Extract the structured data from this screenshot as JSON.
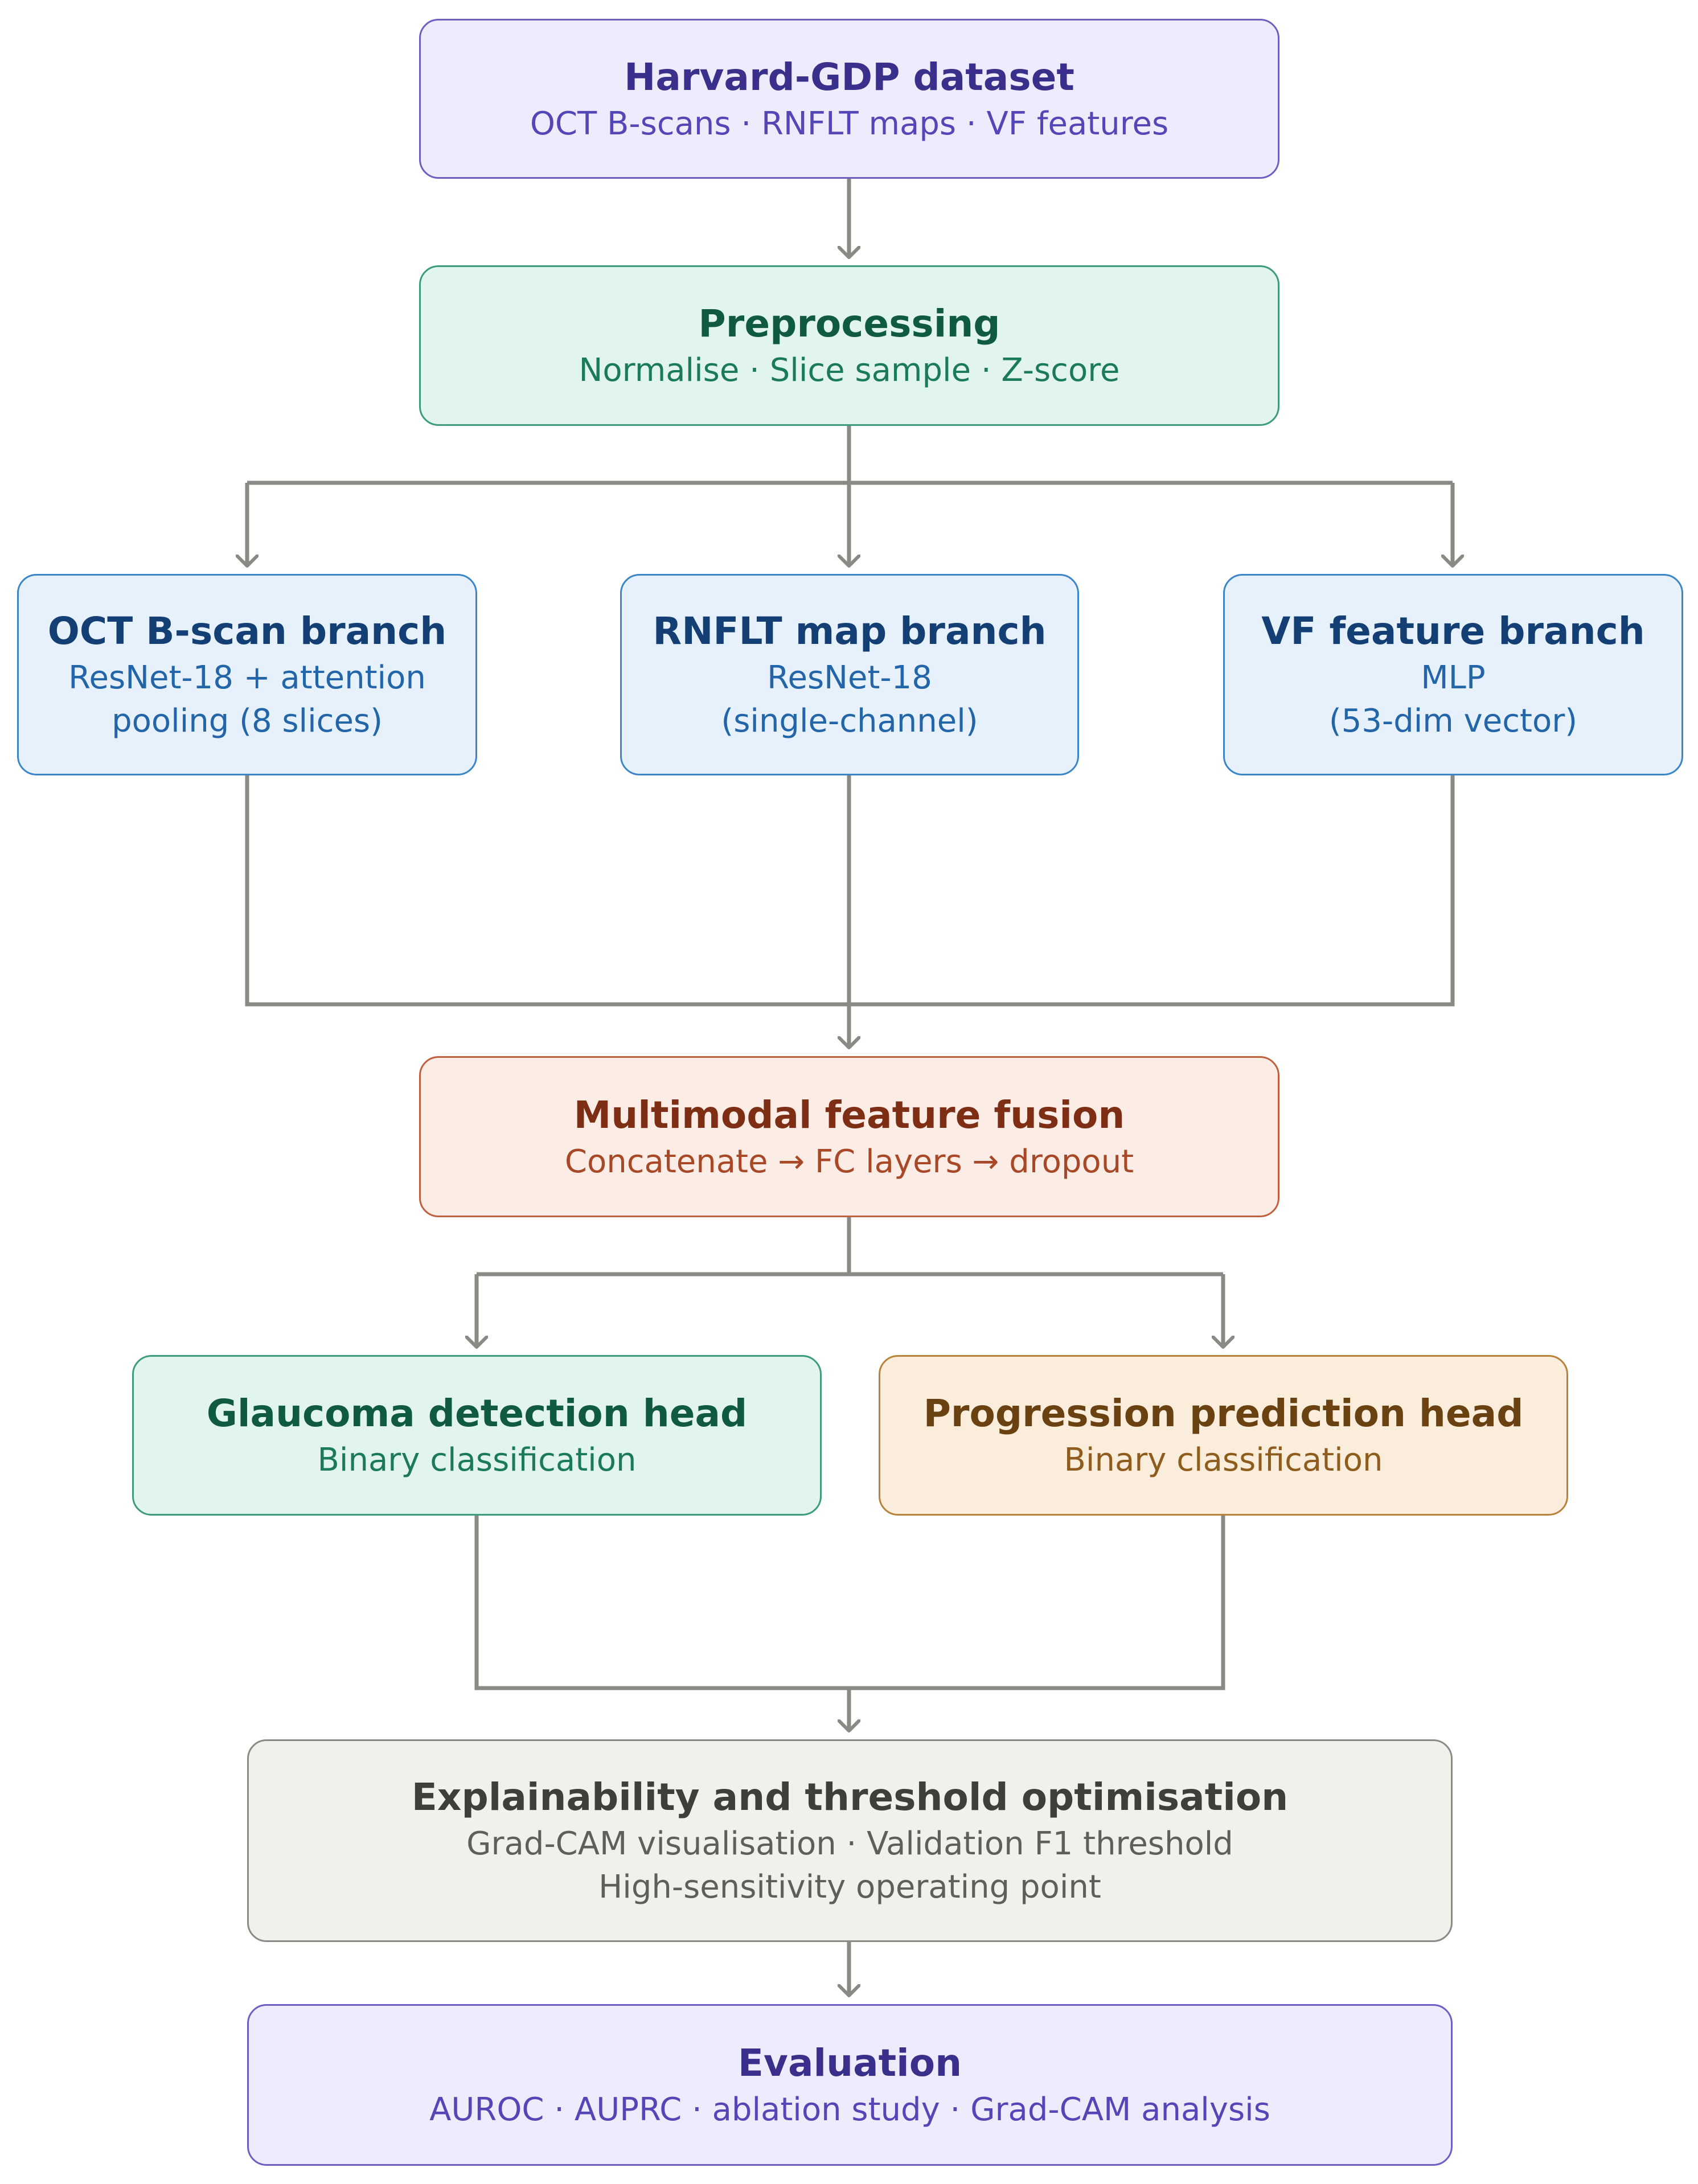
{
  "nodes": {
    "dataset": {
      "title": "Harvard-GDP dataset",
      "lines": [
        "OCT B-scans · RNFLT maps · VF features"
      ]
    },
    "preprocessing": {
      "title": "Preprocessing",
      "lines": [
        "Normalise · Slice sample · Z-score"
      ]
    },
    "oct_branch": {
      "title": "OCT B-scan branch",
      "lines": [
        "ResNet-18 + attention",
        "pooling (8 slices)"
      ]
    },
    "rnflt_branch": {
      "title": "RNFLT map branch",
      "lines": [
        "ResNet-18",
        "(single-channel)"
      ]
    },
    "vf_branch": {
      "title": "VF feature branch",
      "lines": [
        "MLP",
        "(53-dim vector)"
      ]
    },
    "fusion": {
      "title": "Multimodal feature fusion",
      "lines": [
        "Concatenate → FC layers → dropout"
      ]
    },
    "detection_head": {
      "title": "Glaucoma detection head",
      "lines": [
        "Binary classification"
      ]
    },
    "progression_head": {
      "title": "Progression prediction head",
      "lines": [
        "Binary classification"
      ]
    },
    "explainability": {
      "title": "Explainability and threshold optimisation",
      "lines": [
        "Grad-CAM visualisation · Validation F1 threshold",
        "High-sensitivity operating point"
      ]
    },
    "evaluation": {
      "title": "Evaluation",
      "lines": [
        "AUROC · AUPRC · ablation study · Grad-CAM analysis"
      ]
    }
  },
  "colors": {
    "connector": "#8a8a84",
    "purple": "#6b5fc4",
    "green": "#3c9c7c",
    "blue": "#3a86c8",
    "red": "#c0603e",
    "amber": "#b8823a",
    "gray": "#8c8a84"
  }
}
